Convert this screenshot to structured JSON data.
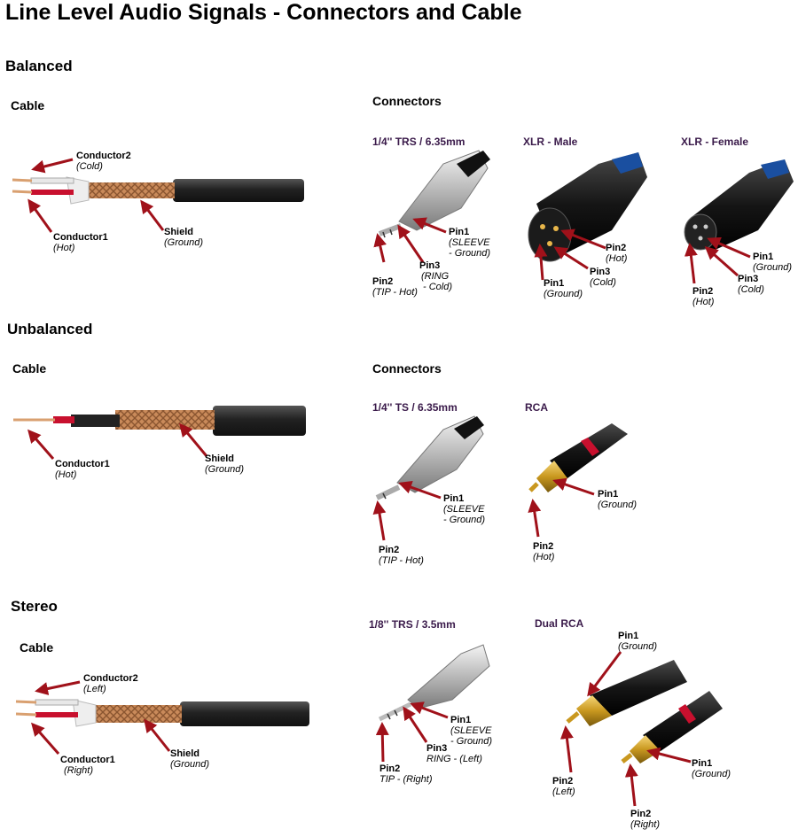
{
  "title": "Line Level Audio Signals -  Connectors and Cable",
  "balanced": {
    "heading": "Balanced",
    "cable_heading": "Cable",
    "connectors_heading": "Connectors",
    "cable_labels": {
      "conductor2": {
        "name": "Conductor2",
        "sub": "(Cold)"
      },
      "conductor1": {
        "name": "Conductor1",
        "sub": "(Hot)"
      },
      "shield": {
        "name": "Shield",
        "sub": "(Ground)"
      }
    },
    "trs": {
      "title": "1/4'' TRS / 6.35mm",
      "pin1": {
        "name": "Pin1",
        "sub1": "(SLEEVE",
        "sub2": "- Ground)"
      },
      "pin3": {
        "name": "Pin3",
        "sub1": "(RING",
        "sub2": "- Cold)"
      },
      "pin2": {
        "name": "Pin2",
        "sub": "(TIP - Hot)"
      }
    },
    "xlr_male": {
      "title": "XLR - Male",
      "pin2": {
        "name": "Pin2",
        "sub": "(Hot)"
      },
      "pin3": {
        "name": "Pin3",
        "sub": "(Cold)"
      },
      "pin1": {
        "name": "Pin1",
        "sub": "(Ground)"
      }
    },
    "xlr_female": {
      "title": "XLR - Female",
      "pin1": {
        "name": "Pin1",
        "sub": "(Ground)"
      },
      "pin3": {
        "name": "Pin3",
        "sub": "(Cold)"
      },
      "pin2": {
        "name": "Pin2",
        "sub": "(Hot)"
      }
    }
  },
  "unbalanced": {
    "heading": "Unbalanced",
    "cable_heading": "Cable",
    "connectors_heading": "Connectors",
    "cable_labels": {
      "conductor1": {
        "name": "Conductor1",
        "sub": "(Hot)"
      },
      "shield": {
        "name": "Shield",
        "sub": "(Ground)"
      }
    },
    "ts": {
      "title": "1/4'' TS / 6.35mm",
      "pin1": {
        "name": "Pin1",
        "sub1": "(SLEEVE",
        "sub2": "- Ground)"
      },
      "pin2": {
        "name": "Pin2",
        "sub": "(TIP - Hot)"
      }
    },
    "rca": {
      "title": "RCA",
      "pin1": {
        "name": "Pin1",
        "sub": "(Ground)"
      },
      "pin2": {
        "name": "Pin2",
        "sub": "(Hot)"
      }
    }
  },
  "stereo": {
    "heading": "Stereo",
    "cable_heading": "Cable",
    "cable_labels": {
      "conductor2": {
        "name": "Conductor2",
        "sub": "(Left)"
      },
      "conductor1": {
        "name": "Conductor1",
        "sub": "(Right)"
      },
      "shield": {
        "name": "Shield",
        "sub": "(Ground)"
      }
    },
    "trs": {
      "title": "1/8'' TRS / 3.5mm",
      "pin1": {
        "name": "Pin1",
        "sub1": "(SLEEVE",
        "sub2": "- Ground)"
      },
      "pin3": {
        "name": "Pin3",
        "sub": "RING -  (Left)"
      },
      "pin2": {
        "name": "Pin2",
        "sub": "TIP -  (Right)"
      }
    },
    "dual_rca": {
      "title": "Dual RCA",
      "pin1_top": {
        "name": "Pin1",
        "sub": "(Ground)"
      },
      "pin2_left": {
        "name": "Pin2",
        "sub": "(Left)"
      },
      "pin1_right": {
        "name": "Pin1",
        "sub": "(Ground)"
      },
      "pin2_right": {
        "name": "Pin2",
        "sub": "(Right)"
      }
    }
  },
  "colors": {
    "arrow": "#a0111a",
    "ctitle": "#3a1a4a",
    "copper": "#c98a5a",
    "red_wire": "#c8102e"
  }
}
